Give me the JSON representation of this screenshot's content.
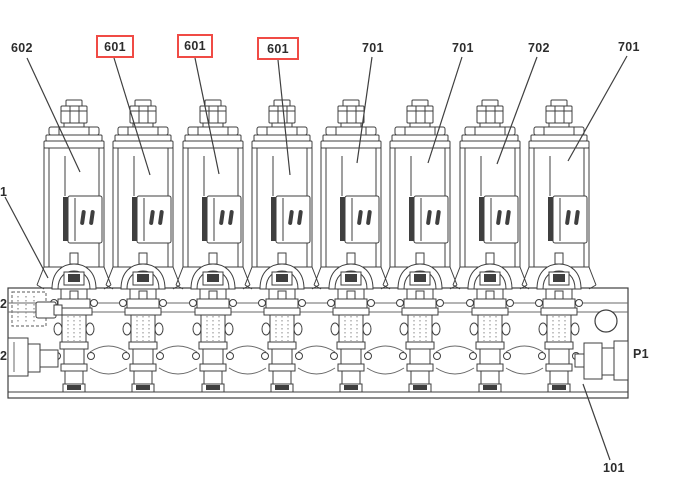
{
  "diagram": {
    "description": "Solenoid valve manifold assembly parts diagram with eight valves",
    "callouts": {
      "top": [
        {
          "label": "602",
          "highlighted": false
        },
        {
          "label": "601",
          "highlighted": true
        },
        {
          "label": "601",
          "highlighted": true
        },
        {
          "label": "601",
          "highlighted": true
        },
        {
          "label": "701",
          "highlighted": false
        },
        {
          "label": "701",
          "highlighted": false
        },
        {
          "label": "702",
          "highlighted": false
        },
        {
          "label": "701",
          "highlighted": false
        }
      ],
      "left": [
        {
          "label": "1"
        },
        {
          "label": "2"
        },
        {
          "label": "2"
        }
      ],
      "port_label": "P1",
      "manifold_label": "101"
    },
    "parts": {
      "valve_count": 8
    },
    "colors": {
      "line": "#3f3f3f",
      "highlight_box": "#f04b45",
      "background": "#ffffff",
      "text": "#2d2d2d"
    }
  }
}
